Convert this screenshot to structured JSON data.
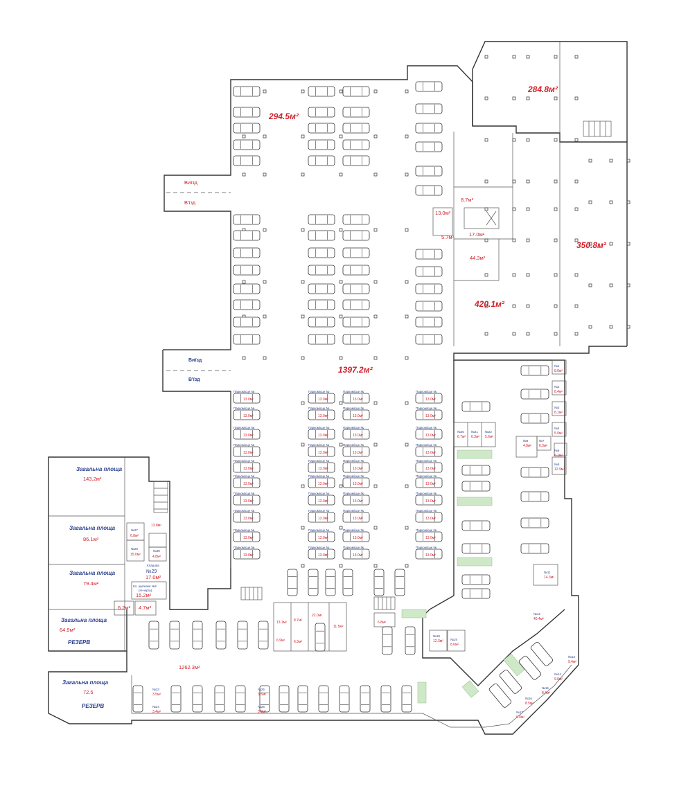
{
  "areas": {
    "a2945": "294.5м²",
    "a2848": "284.8м²",
    "a3508": "350.8м²",
    "a4201": "420.1м²",
    "a13972": "1397.2м²",
    "a12623": "1262.3м²",
    "a443": "44.3м²",
    "a170": "17.0м²",
    "a130": "13.0м²",
    "a87": "8.7м²",
    "a57": "5.7м²"
  },
  "entrances": {
    "top_exit": "Виїзд",
    "top_entry": "В'їзд",
    "mid_exit": "Виїзд",
    "mid_entry": "В'їзд"
  },
  "offices": [
    {
      "title": "Загальна площа",
      "area": "143.2м²"
    },
    {
      "title": "Загальна площа",
      "area": "86.1м²"
    },
    {
      "title": "Загальна площа",
      "area": "79.4м²"
    },
    {
      "title": "Загальна площа",
      "area": "64.9м²",
      "note": "РЕЗЕРВ"
    }
  ],
  "bottom_office": {
    "title": "Загальна площа",
    "area": "72.5",
    "note": "РЕЗЕРВ"
  },
  "west_small": {
    "n27": "№27",
    "n27a": "6.8м²",
    "n28": "№28",
    "n28a": "15.0м²",
    "n30": "№30",
    "n30a": "4.8м²",
    "n29": "№29",
    "n29a": "17.0м²",
    "a138": "13.8м²",
    "a152": "15.2м²",
    "a62": "6.2м²",
    "a47": "4.7м²",
    "stor_label": "Кл. щиткова №2",
    "stor_sub": "(Н-черга)",
    "kladova": "Кладова"
  },
  "south_mid": {
    "a131": "13.1м²",
    "a87b": "8.7м²",
    "a220": "22.0м²",
    "a115": "11.5м²",
    "a69": "6.9м²",
    "a63": "6.3м²",
    "a68": "6.8м²"
  },
  "east_storage": [
    {
      "no": "№1",
      "area": "8.0м²"
    },
    {
      "no": "№2",
      "area": "8.4м²"
    },
    {
      "no": "№3",
      "area": "8.1м²"
    },
    {
      "no": "№4",
      "area": "5.0м²"
    },
    {
      "no": "№5",
      "area": "12.9м²"
    },
    {
      "no": "№6",
      "area": "6.1м²"
    },
    {
      "no": "№7",
      "area": "6.3м²"
    },
    {
      "no": "№8",
      "area": "4.8м²"
    }
  ],
  "east_storage2": [
    {
      "no": "№11",
      "area": "14.3м²"
    },
    {
      "no": "№12",
      "area": "40.4м²"
    },
    {
      "no": "№13",
      "area": "9.4м²"
    },
    {
      "no": "№14",
      "area": "9.0м²"
    },
    {
      "no": "№15",
      "area": "8.4м²"
    },
    {
      "no": "№16",
      "area": "8.5м²"
    },
    {
      "no": "№17",
      "area": "9.0м²"
    },
    {
      "no": "№18",
      "area": "12.3м²"
    },
    {
      "no": "№19",
      "area": "8.6м²"
    },
    {
      "no": "№20",
      "area": "6.7м²"
    },
    {
      "no": "№21",
      "area": "6.3м²"
    },
    {
      "no": "№22",
      "area": "5.6м²"
    }
  ],
  "bottom_storage": [
    {
      "no": "№23",
      "area": "3.5м²"
    },
    {
      "no": "№24",
      "area": "3.4м²"
    },
    {
      "no": "№25",
      "area": "3.5м²"
    },
    {
      "no": "№26",
      "area": "3.9м²"
    }
  ],
  "spot_label": "Паркомісце №",
  "spot_area": "13.0м²",
  "colors": {
    "red": "#d1202a",
    "blue": "#2a3f8f",
    "wall": "#333333",
    "hatch": "#cfe8c7"
  }
}
